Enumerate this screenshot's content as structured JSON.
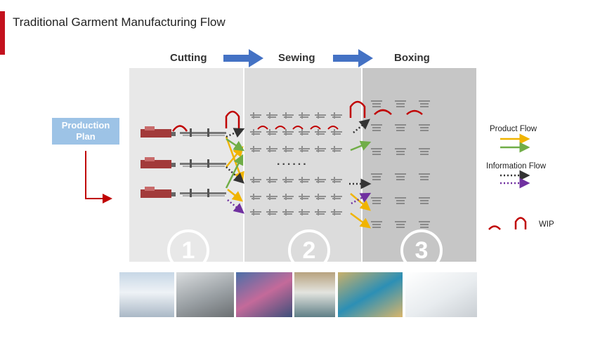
{
  "title": "Traditional Garment Manufacturing Flow",
  "stages": [
    {
      "label": "Cutting",
      "number": "1"
    },
    {
      "label": "Sewing",
      "number": "2"
    },
    {
      "label": "Boxing",
      "number": "3"
    }
  ],
  "production_plan": "Production Plan",
  "legend": {
    "product_flow": "Product Flow",
    "information_flow": "Information Flow",
    "wip": "WIP"
  },
  "ellipsis": "......",
  "colors": {
    "accent": "#c3121e",
    "stage_arrow": "#4472c4",
    "product_flow_a": "#f0b400",
    "product_flow_b": "#70ad47",
    "information_flow_a": "#333333",
    "information_flow_b": "#7030a0",
    "wip": "#c00000",
    "plan_box": "#9dc3e6"
  }
}
